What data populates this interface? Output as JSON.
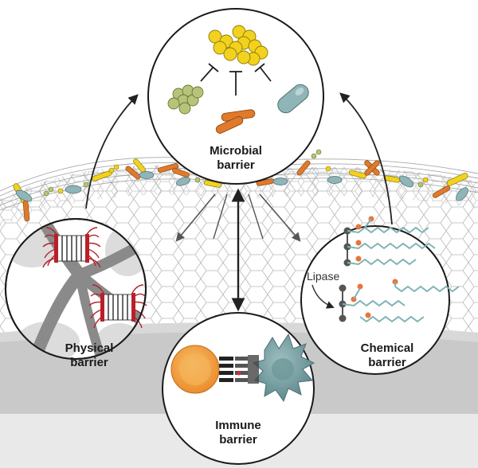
{
  "diagram": {
    "microbial": {
      "line1": "Microbial",
      "line2": "barrier"
    },
    "physical": {
      "line1": "Physical",
      "line2": "barrier"
    },
    "chemical": {
      "line1": "Chemical",
      "line2": "barrier"
    },
    "immune": {
      "line1": "Immune",
      "line2": "barrier"
    },
    "lipase_label": "Lipase"
  },
  "colors": {
    "cocci_yellow": "#f2d21c",
    "cocci_green": "#b5c47a",
    "rod_orange": "#e07a2a",
    "microbe_teal": "#8fb5b8",
    "desmosome_red": "#b8202a",
    "lipid_chain": "#7fb4b4",
    "lipid_head": "#e8743a",
    "glycerol_gray": "#555555",
    "immune_cell_orange": "#f3a346",
    "dendritic_teal": "#7fa3a6",
    "tissue_gray": "#bfbfbf"
  },
  "icons": {
    "inhibition": "inhibition-tbar-icon",
    "bidirectional": "double-arrow-icon"
  }
}
